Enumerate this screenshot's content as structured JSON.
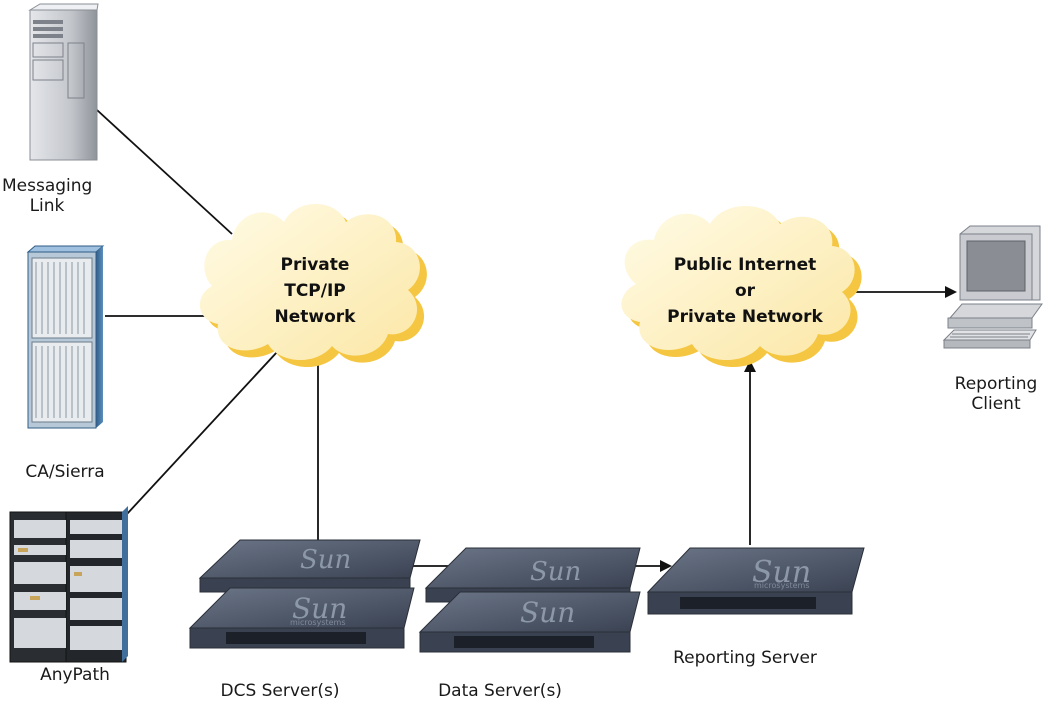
{
  "nodes": {
    "messaging_link": {
      "line1": "Messaging",
      "line2": "Link"
    },
    "ca_sierra": {
      "label": "CA/Sierra"
    },
    "anypath": {
      "label": "AnyPath"
    },
    "private_network": {
      "line1": "Private",
      "line2": "TCP/IP",
      "line3": "Network"
    },
    "public_network": {
      "line1": "Public Internet",
      "line2": "or",
      "line3": "Private Network"
    },
    "reporting_client": {
      "line1": "Reporting",
      "line2": "Client"
    },
    "dcs_servers": {
      "label": "DCS Server(s)"
    },
    "data_servers": {
      "label": "Data Server(s)"
    },
    "reporting_server": {
      "label": "Reporting Server"
    }
  },
  "server_brand": {
    "name": "Sun",
    "sub": "microsystems"
  },
  "colors": {
    "cloud_fill": "#fdf0c4",
    "cloud_shadow": "#f2c84a",
    "server_body": "#4b5566",
    "tower_gray": "#c9ccd1",
    "rack_blue": "#3f6f9a",
    "line": "#111111"
  }
}
